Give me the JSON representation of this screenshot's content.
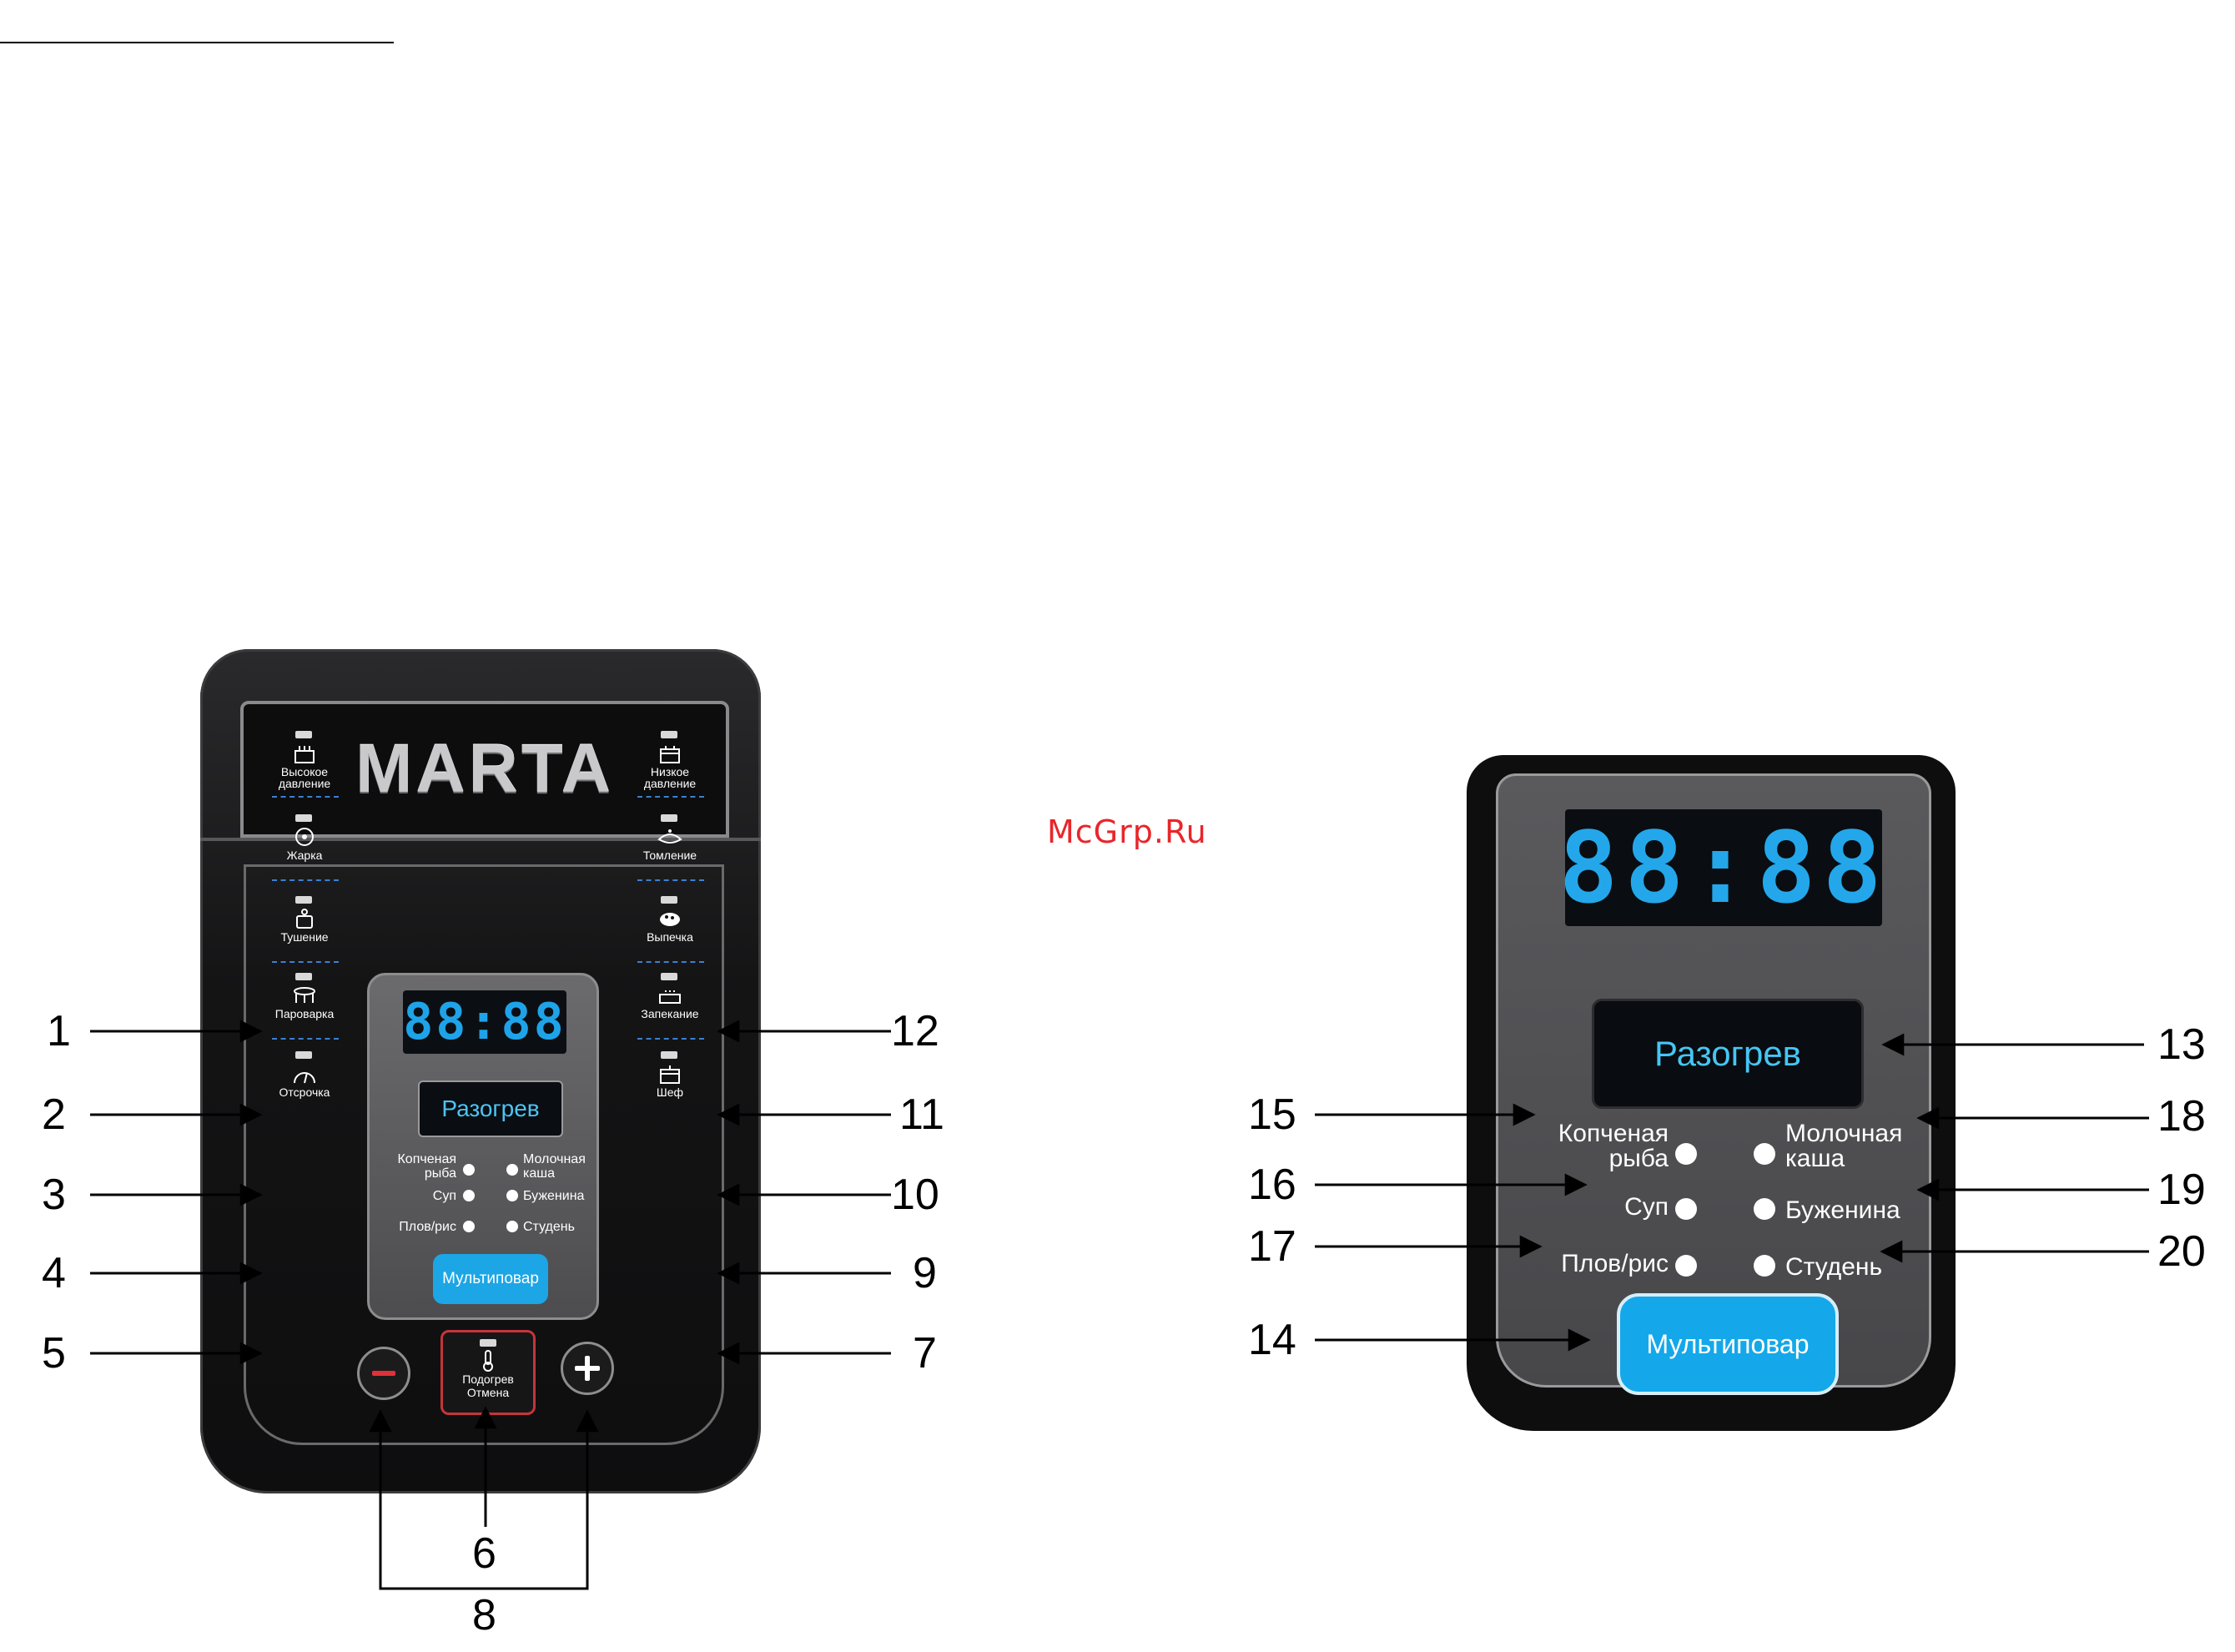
{
  "watermark": "McGrp.Ru",
  "cooker": {
    "brand": "MARTA",
    "display_time": "88:88",
    "display_mode": "Разогрев",
    "multipovar": "Мультиповар",
    "heat_cancel": [
      "Подогрев",
      "Отмена"
    ],
    "left_programs": [
      {
        "label": [
          "Высокое",
          "давление"
        ],
        "icon": "pressure-pot-icon"
      },
      {
        "label": [
          "Жарка"
        ],
        "icon": "frying-pan-icon"
      },
      {
        "label": [
          "Тушение"
        ],
        "icon": "stew-pot-icon"
      },
      {
        "label": [
          "Пароварка"
        ],
        "icon": "steamer-icon"
      },
      {
        "label": [
          "Отсрочка"
        ],
        "icon": "clock-icon"
      }
    ],
    "right_programs": [
      {
        "label": [
          "Низкое",
          "давление"
        ],
        "icon": "low-pressure-pot-icon"
      },
      {
        "label": [
          "Томление"
        ],
        "icon": "tagine-icon"
      },
      {
        "label": [
          "Выпечка"
        ],
        "icon": "cake-icon"
      },
      {
        "label": [
          "Запекание"
        ],
        "icon": "baking-tray-icon"
      },
      {
        "label": [
          "Шеф"
        ],
        "icon": "chef-pot-icon"
      }
    ],
    "center_programs": {
      "left": [
        [
          "Копченая",
          "рыба"
        ],
        [
          "Суп"
        ],
        [
          "Плов/рис"
        ]
      ],
      "right": [
        [
          "Молочная",
          "каша"
        ],
        [
          "Буженина"
        ],
        [
          "Студень"
        ]
      ]
    },
    "minus_icon": "minus-icon",
    "plus_icon": "plus-icon"
  },
  "zoom": {
    "display_time": "88:88",
    "display_mode": "Разогрев",
    "multipovar": "Мультиповар",
    "left": [
      [
        "Копченая",
        "рыба"
      ],
      [
        "Суп"
      ],
      [
        "Плов/рис"
      ]
    ],
    "right": [
      [
        "Молочная",
        "каша"
      ],
      [
        "Буженина"
      ],
      [
        "Студень"
      ]
    ]
  },
  "callouts": [
    "1",
    "2",
    "3",
    "4",
    "5",
    "6",
    "7",
    "8",
    "9",
    "10",
    "11",
    "12",
    "13",
    "14",
    "15",
    "16",
    "17",
    "18",
    "19",
    "20"
  ],
  "colors": {
    "led_blue": "#1fa3e8",
    "multipovar_blue": "#14a8ea",
    "heat_red": "#c5353a",
    "dash_blue": "#3d7fd1",
    "watermark_red": "#e8262a"
  }
}
